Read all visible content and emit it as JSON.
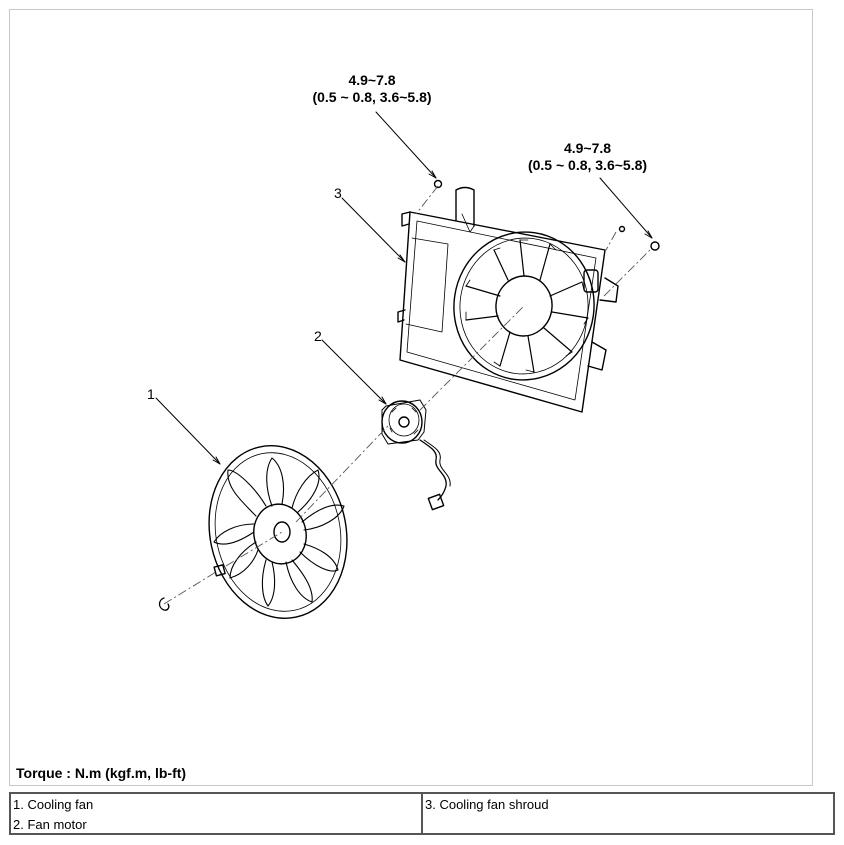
{
  "diagram": {
    "part_numbers": {
      "cooling_fan": "1",
      "fan_motor": "2",
      "cooling_fan_shroud": "3"
    },
    "torque_callouts": [
      {
        "value": "4.9~7.8",
        "conversion": "(0.5 ~ 0.8, 3.6~5.8)"
      },
      {
        "value": "4.9~7.8",
        "conversion": "(0.5 ~ 0.8, 3.6~5.8)"
      }
    ],
    "torque_unit_label": "Torque : N.m (kgf.m, lb-ft)"
  },
  "legend": {
    "left": [
      "1. Cooling fan",
      "2. Fan motor"
    ],
    "right": [
      "3. Cooling fan shroud"
    ]
  }
}
